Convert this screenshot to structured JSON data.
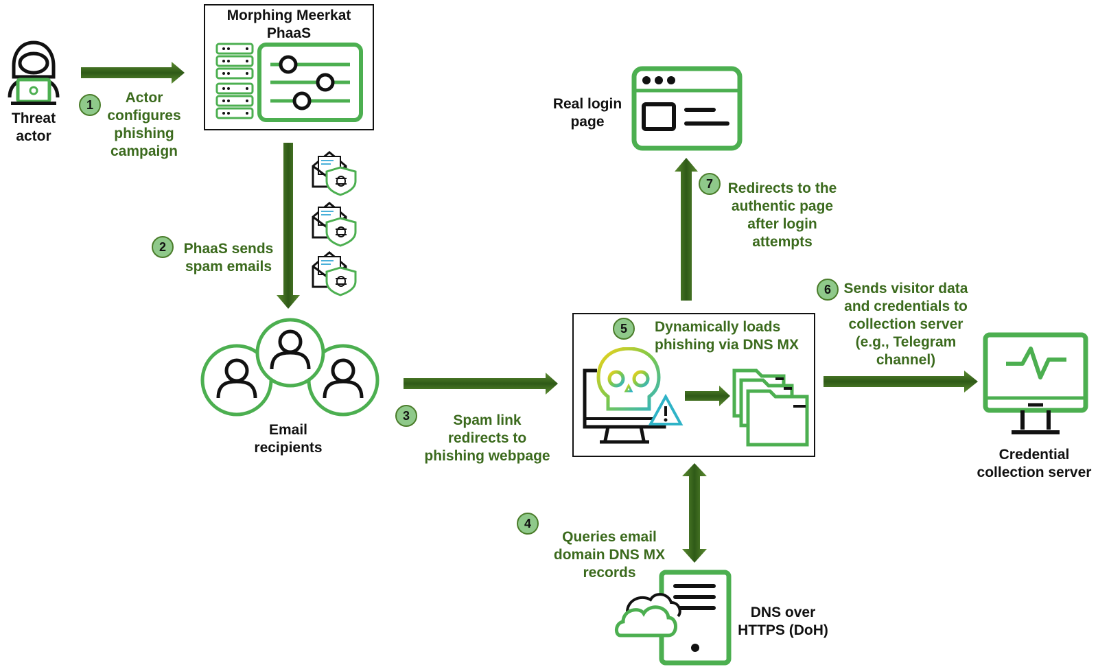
{
  "nodes": {
    "threat_actor": [
      "Threat",
      "actor"
    ],
    "phaas": [
      "Morphing Meerkat",
      "PhaaS"
    ],
    "email_recipients": [
      "Email",
      "recipients"
    ],
    "real_login": [
      "Real login",
      "page"
    ],
    "credential_server": [
      "Credential",
      "collection server"
    ],
    "dns": [
      "DNS over",
      "HTTPS (DoH)"
    ]
  },
  "steps": [
    {
      "num": "1",
      "lines": [
        "Actor",
        "configures",
        "phishing",
        "campaign"
      ]
    },
    {
      "num": "2",
      "lines": [
        "PhaaS sends",
        "spam emails"
      ]
    },
    {
      "num": "3",
      "lines": [
        "Spam link",
        "redirects to",
        "phishing webpage"
      ]
    },
    {
      "num": "4",
      "lines": [
        "Queries email",
        "domain DNS MX",
        "records"
      ]
    },
    {
      "num": "5",
      "lines": [
        "Dynamically loads",
        "phishing via DNS MX"
      ]
    },
    {
      "num": "6",
      "lines": [
        "Sends visitor data",
        "and credentials to",
        "collection server",
        "(e.g., Telegram",
        "channel)"
      ]
    },
    {
      "num": "7",
      "lines": [
        "Redirects to the",
        "authentic page",
        "after login",
        "attempts"
      ]
    }
  ],
  "icons": {
    "threat_actor": "hooded-hacker-icon",
    "phaas": "server-settings-icon",
    "emails": "malicious-email-icon",
    "recipients": "user-group-icon",
    "phishing_host": "skull-monitor-icon",
    "files": "folders-icon",
    "real_login": "browser-window-icon",
    "credential_server": "monitor-pulse-icon",
    "dns": "cloud-server-icon"
  },
  "colors": {
    "accent_green": "#4caf50",
    "arrow_dark": "#355f1a",
    "arrow_light": "#6e9e3e",
    "label_green": "#3b6a1d",
    "badge_fill": "#8fc98a",
    "text": "#111111"
  }
}
